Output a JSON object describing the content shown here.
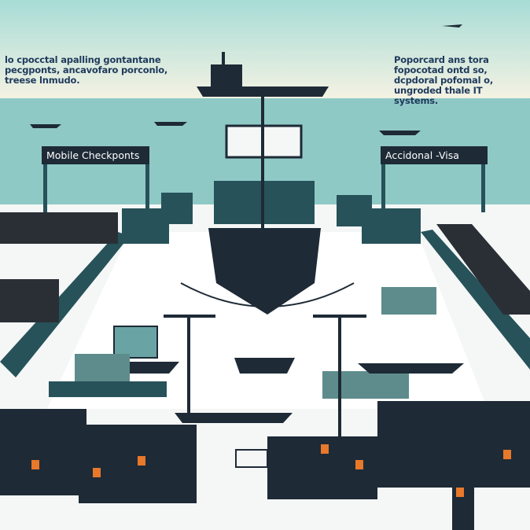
{
  "captions": {
    "left": "lo cpocctal apalling gontantane pecgponts, ancavofaro porconlo, treese lnmudo.",
    "right": "Poporcard ans tora fopocotad ontd so, dcpdoral pofomal o, ungroded thale IT systems."
  },
  "signs": {
    "left": "Mobile Checkponts",
    "right": "Accidonal -Visa"
  },
  "colors": {
    "sky": "#bfe3df",
    "water": "#8fc9c6",
    "dock": "#f4f7f6",
    "wall": "#27525a",
    "ship": "#1e2a36",
    "vest": "#e8782a"
  }
}
